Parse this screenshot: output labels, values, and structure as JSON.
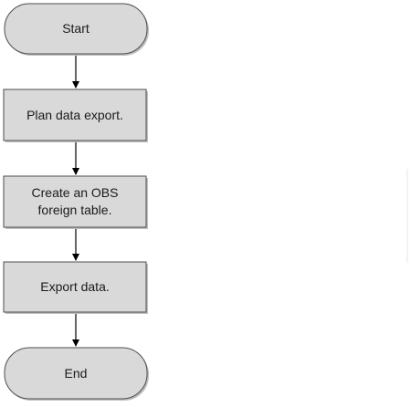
{
  "flowchart": {
    "nodes": [
      {
        "id": "start",
        "shape": "terminal",
        "lines": [
          "Start"
        ]
      },
      {
        "id": "plan",
        "shape": "process",
        "lines": [
          "Plan data export."
        ]
      },
      {
        "id": "create",
        "shape": "process",
        "lines": [
          "Create an OBS",
          "foreign table."
        ]
      },
      {
        "id": "export",
        "shape": "process",
        "lines": [
          "Export data."
        ]
      },
      {
        "id": "end",
        "shape": "terminal",
        "lines": [
          "End"
        ]
      }
    ],
    "edges": [
      {
        "from": "start",
        "to": "plan"
      },
      {
        "from": "plan",
        "to": "create"
      },
      {
        "from": "create",
        "to": "export"
      },
      {
        "from": "export",
        "to": "end"
      }
    ]
  },
  "colors": {
    "node_fill": "#d9d9d9",
    "node_stroke": "#4d4d4d",
    "edge": "#000000",
    "text": "#1a1a1a",
    "shadow": "#bfbfbf"
  }
}
